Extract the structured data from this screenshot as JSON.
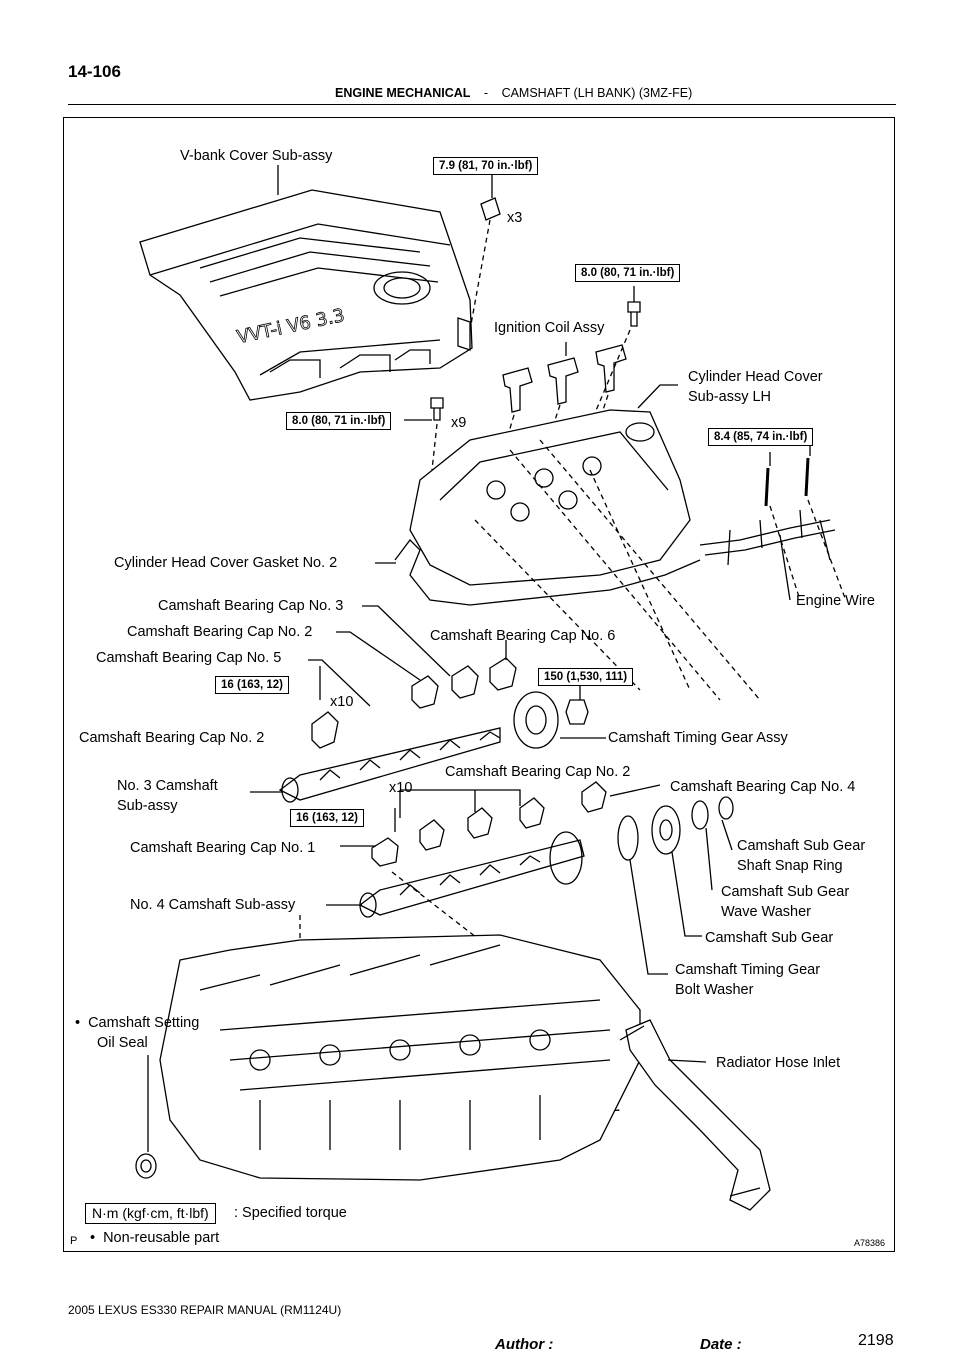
{
  "header": {
    "page_number": "14-106",
    "section": "ENGINE MECHANICAL",
    "separator": "-",
    "subsection": "CAMSHAFT (LH BANK) (3MZ-FE)"
  },
  "labels": {
    "vbank_cover": "V-bank  Cover  Sub-assy",
    "ignition_coil": "Ignition Coil Assy",
    "head_cover_1": "Cylinder Head Cover",
    "head_cover_2": "Sub-assy  LH",
    "gasket": "Cylinder Head Cover Gasket No. 2",
    "engine_wire": "Engine Wire",
    "cap3": "Camshaft Bearing Cap No. 3",
    "cap2_a": "Camshaft Bearing Cap No. 2",
    "cap5": "Camshaft Bearing Cap No. 5",
    "cap6": "Camshaft Bearing Cap No. 6",
    "cap2_b": "Camshaft Bearing Cap No. 2",
    "timing_gear": "Camshaft Timing Gear Assy",
    "no3_cam_1": "No. 3 Camshaft",
    "no3_cam_2": "Sub-assy",
    "cap2_c": "Camshaft Bearing Cap No. 2",
    "cap4": "Camshaft Bearing Cap No. 4",
    "cap1": "Camshaft Bearing Cap No. 1",
    "snap_ring_1": "Camshaft Sub Gear",
    "snap_ring_2": "Shaft Snap Ring",
    "no4_cam": "No. 4  Camshaft  Sub-assy",
    "wave_washer_1": "Camshaft Sub Gear",
    "wave_washer_2": "Wave Washer",
    "sub_gear": "Camshaft Sub Gear",
    "bolt_washer_1": "Camshaft Timing Gear",
    "bolt_washer_2": "Bolt Washer",
    "oil_seal_1": "Camshaft Setting",
    "oil_seal_2": "Oil Seal",
    "radiator_hose": "Radiator Hose Inlet"
  },
  "bullet": "•",
  "multipliers": {
    "x3": "x3",
    "x9": "x9",
    "x10_a": "x10",
    "x10_b": "x10"
  },
  "torques": {
    "t1": "7.9 (81, 70 in.·lbf)",
    "t2": "8.0 (80, 71 in.·lbf)",
    "t3": "8.0 (80, 71 in.·lbf)",
    "t4": "8.4 (85, 74 in.·lbf)",
    "t5": "16 (163, 12)",
    "t6": "150 (1,530, 111)",
    "t7": "16 (163, 12)"
  },
  "legend": {
    "unit_box": "N·m (kgf·cm, ft·lbf)",
    "unit_text": ": Specified torque",
    "nonreusable": "Non-reusable part"
  },
  "figure": {
    "corner_mark": "P",
    "figure_id": "A78386",
    "cover_logo": "VVT-i V6 3.3"
  },
  "footer": {
    "manual": "2005 LEXUS ES330 REPAIR MANUAL   (RM1124U)",
    "author": "Author :",
    "date": "Date :",
    "page": "2198"
  }
}
